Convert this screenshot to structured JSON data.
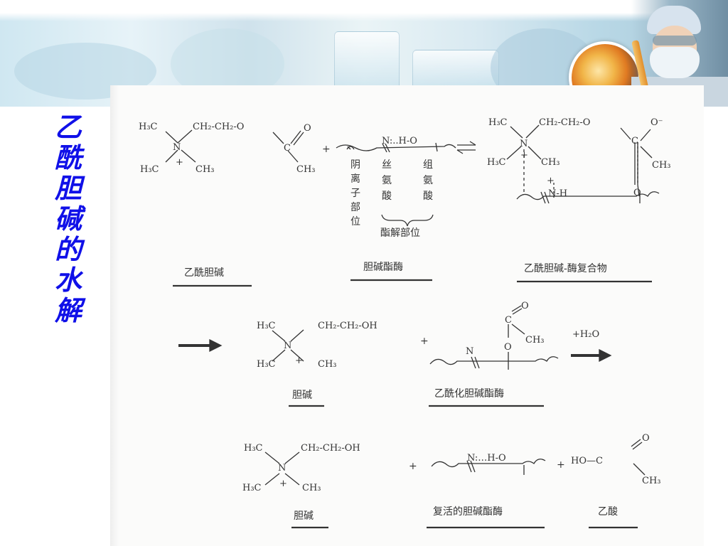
{
  "title": {
    "chars": [
      "乙",
      "酰",
      "胆",
      "碱",
      "的",
      "水",
      "解"
    ]
  },
  "row1": {
    "achE_group": {
      "part1": "CH₂-CH₂-O",
      "carbonyl_O": "O",
      "methyl": "CH₃"
    },
    "plus": "+",
    "enzyme_site": "N:..H-O",
    "anionic_site": [
      "阴",
      "离",
      "子",
      "部",
      "位"
    ],
    "serine": [
      "丝",
      "氨",
      "酸"
    ],
    "histidine": [
      "组",
      "氨",
      "酸"
    ],
    "esteratic_site": "酯解部位",
    "equilibrium": "⇌",
    "complex_chain": "CH₂-CH₂-O",
    "complex_oxyanion": "O⁻",
    "complex_methyl": "CH₃",
    "complex_nh": "N-H",
    "complex_plus": "+",
    "complex_O": "O",
    "captions": [
      "乙酰胆碱",
      "胆碱酯酶",
      "乙酰胆碱-酶复合物"
    ]
  },
  "row2": {
    "arrow": "→",
    "choline_chain": "CH₂-CH₂-OH",
    "plus": "+",
    "acyl_O_top": "O",
    "acyl_C": "C",
    "acyl_methyl": "CH₃",
    "acyl_O": "O",
    "acyl_N": "N",
    "water": "+H₂O",
    "captions": [
      "胆碱",
      "乙酰化胆碱酯酶"
    ]
  },
  "row3": {
    "choline_chain": "CH₂-CH₂-OH",
    "plus1": "+",
    "enzyme_site": "N:…H-O",
    "plus2": "+",
    "acetic_ho": "HO—C",
    "acetic_O": "O",
    "acetic_methyl": "CH₃",
    "captions": [
      "胆碱",
      "复活的胆碱酯酶",
      "乙酸"
    ]
  },
  "quat_ammonium": {
    "H3C": "H₃C",
    "N": "N",
    "plus": "+",
    "CH3": "CH₃"
  },
  "colors": {
    "title": "#1010e8",
    "ink": "#333333"
  }
}
